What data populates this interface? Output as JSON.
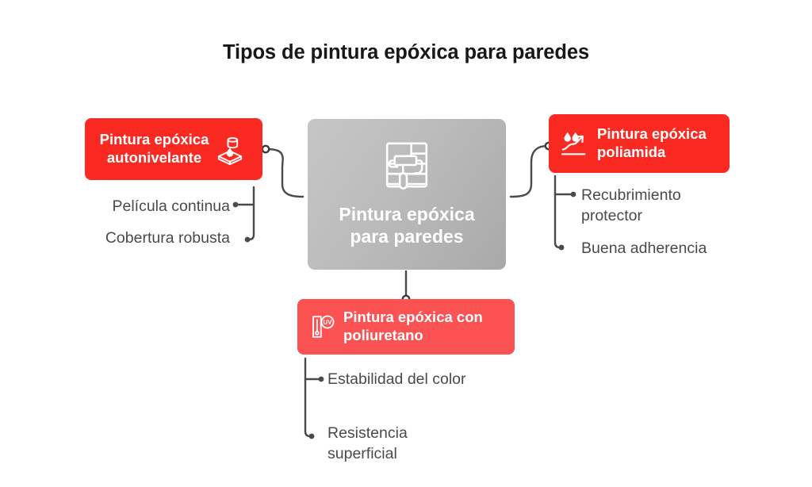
{
  "title": "Tipos de pintura epóxica para paredes",
  "center": {
    "label_line1": "Pintura epóxica",
    "label_line2": "para paredes",
    "icon": "paint-roller-wall-icon"
  },
  "branches": [
    {
      "id": "autonivelante",
      "label_line1": "Pintura epóxica",
      "label_line2": "autonivelante",
      "icon": "self-leveling-pour-icon",
      "color": "#fa2a22",
      "bullets": [
        "Película continua",
        "Cobertura robusta"
      ]
    },
    {
      "id": "poliamida",
      "label_line1": "Pintura epóxica",
      "label_line2": "poliamida",
      "icon": "water-repellent-icon",
      "color": "#fa2a22",
      "bullets": [
        "Recubrimiento protector",
        "Buena adherencia"
      ]
    },
    {
      "id": "poliuretano",
      "label_line1": "Pintura epóxica con",
      "label_line2": "poliuretano",
      "icon": "uv-resistance-icon",
      "color": "#fb5254",
      "bullets": [
        "Estabilidad del color",
        "Resistencia superficial"
      ]
    }
  ],
  "colors": {
    "accent_red": "#fa2a22",
    "accent_salmon": "#fb5254",
    "center_gray": "#bcbcbc",
    "connector": "#4a4a4d",
    "bullet_text": "#4a4a4d",
    "title_text": "#18181a",
    "background": "#ffffff"
  }
}
